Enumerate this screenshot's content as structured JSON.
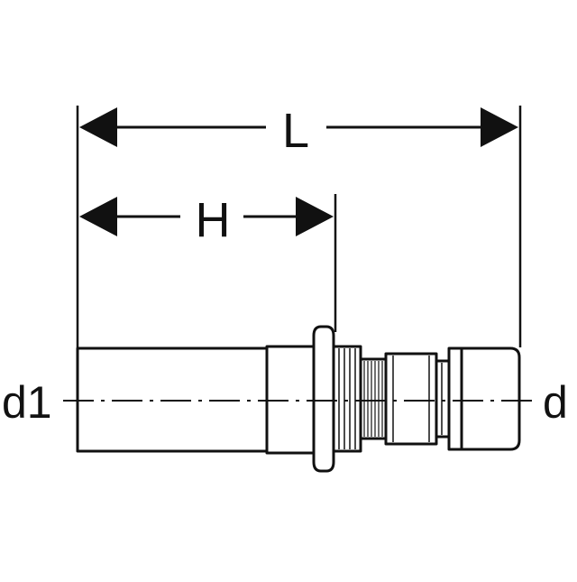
{
  "dimensions": {
    "overall_length_label": "L",
    "insertion_depth_label": "H"
  },
  "ends": {
    "left_diameter_label": "d1",
    "right_diameter_label": "d"
  },
  "colors": {
    "line": "#111111",
    "background": "#ffffff"
  }
}
